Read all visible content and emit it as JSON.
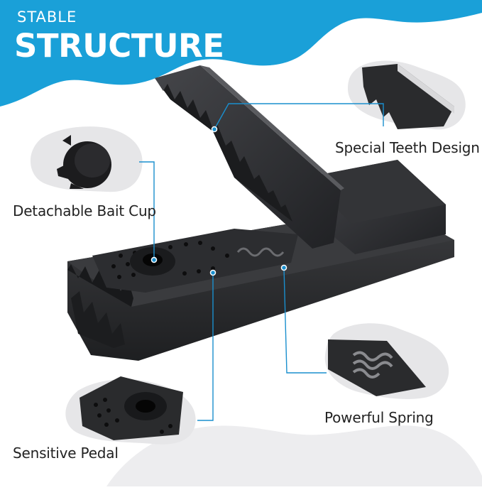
{
  "header": {
    "line1": "STABLE",
    "line2": "STRUCTURE",
    "accent_color": "#1aa0d8"
  },
  "callouts": {
    "teeth": "Special Teeth Design",
    "bait_cup": "Detachable Bait Cup",
    "spring": "Powerful Spring",
    "pedal": "Sensitive Pedal"
  },
  "colors": {
    "trap_body": "#2a2b2d",
    "blob_gray": "#e6e6e8",
    "leader_line": "#1a8fce"
  }
}
